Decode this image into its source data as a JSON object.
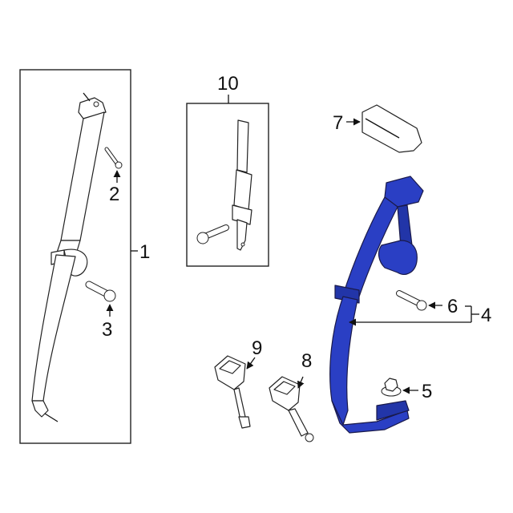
{
  "diagram": {
    "type": "exploded parts diagram",
    "subject": "Seat belt assembly",
    "accent_color": "#2a3fc4",
    "callouts": [
      {
        "id": "1",
        "label": "1"
      },
      {
        "id": "2",
        "label": "2"
      },
      {
        "id": "3",
        "label": "3"
      },
      {
        "id": "4",
        "label": "4"
      },
      {
        "id": "5",
        "label": "5"
      },
      {
        "id": "6",
        "label": "6"
      },
      {
        "id": "7",
        "label": "7"
      },
      {
        "id": "8",
        "label": "8"
      },
      {
        "id": "9",
        "label": "9"
      },
      {
        "id": "10",
        "label": "10"
      }
    ]
  }
}
